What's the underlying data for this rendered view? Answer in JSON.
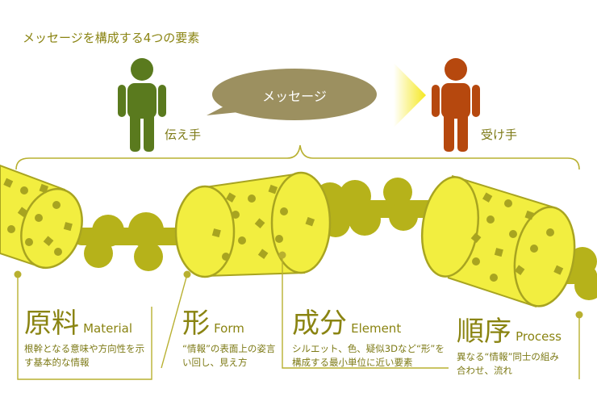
{
  "title": "メッセージを構成する4つの要素",
  "sender": {
    "label": "伝え手"
  },
  "receiver": {
    "label": "受け手"
  },
  "bubble": {
    "text": "メッセージ"
  },
  "elements": [
    {
      "jp": "原料",
      "en": "Material",
      "desc": "根幹となる意味や方向性を示す基本的な情報"
    },
    {
      "jp": "形",
      "en": "Form",
      "desc": "“情報”の表面上の姿言い回し、見え方"
    },
    {
      "jp": "成分",
      "en": "Element",
      "desc": "シルエット、色、疑似3Dなど“形”を構成する最小単位に近い要素"
    },
    {
      "jp": "順序",
      "en": "Process",
      "desc": "異なる“情報”同士の組み合わせ、流れ"
    }
  ],
  "colors": {
    "olive": "#9a9a12",
    "cylinder": "#f2ee40",
    "cylinder_edge": "#a8a420",
    "sender": "#5a7a1e",
    "receiver": "#b6480e",
    "bubble": "#9c9060",
    "arrow": "#f5e820",
    "text": "#8a8412"
  }
}
